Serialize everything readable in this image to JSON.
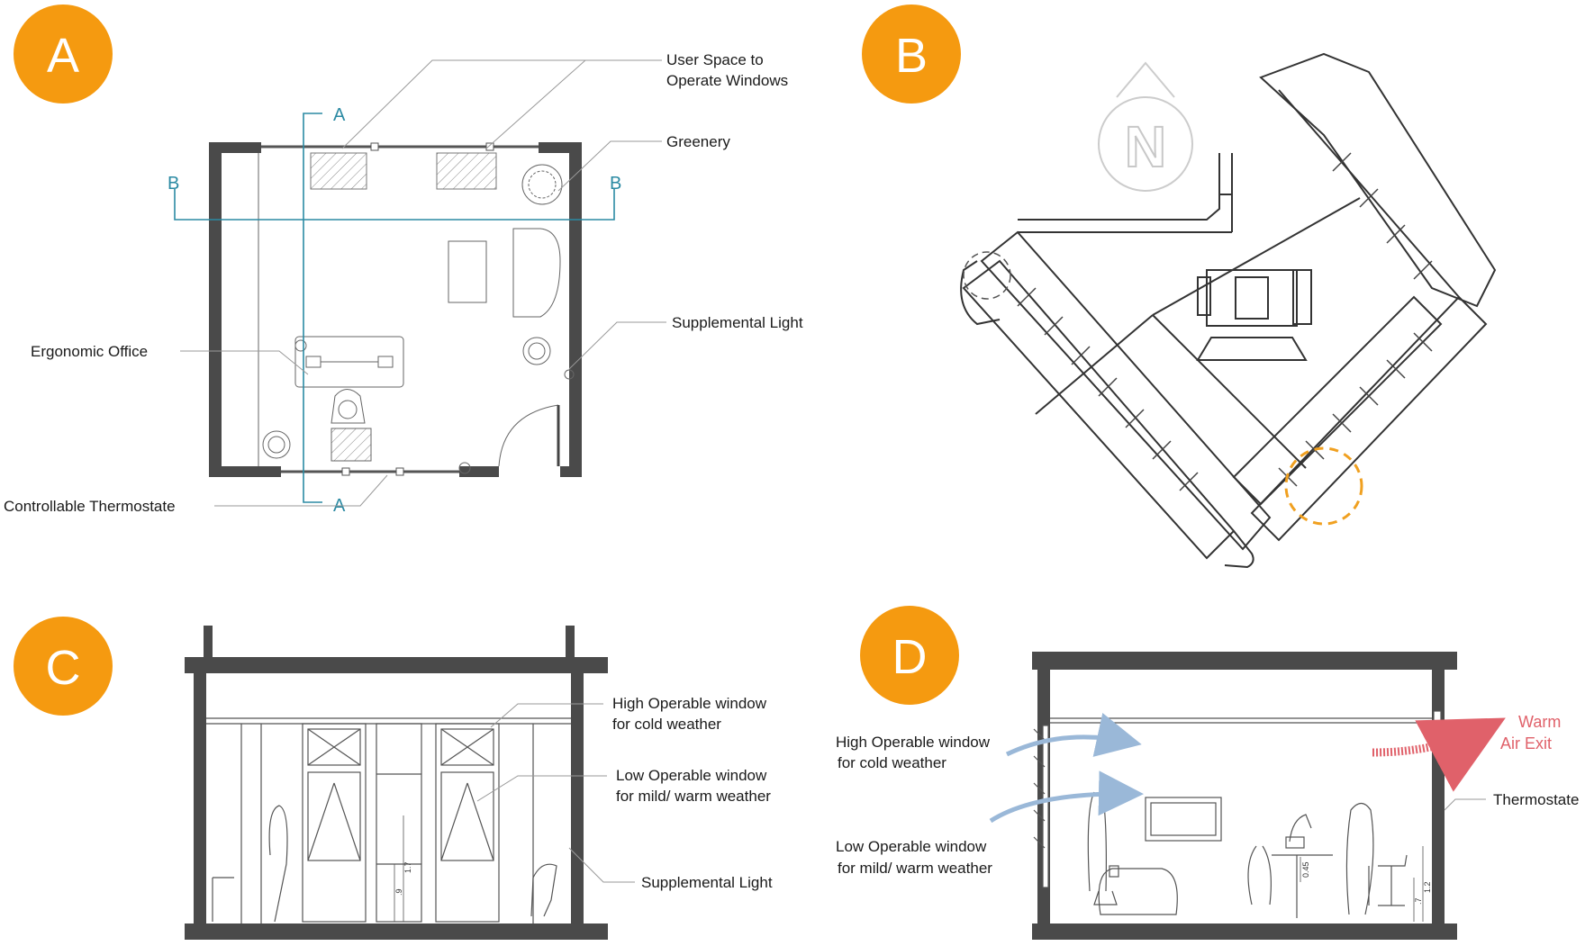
{
  "colors": {
    "badge": "#f59a10",
    "wall": "#4a4a4a",
    "section_line": "#2b8aa3",
    "warm_air": "#e0616a",
    "cool_air": "#9ab8d8",
    "highlight": "#f0a020"
  },
  "panels": {
    "a": {
      "badge": "A",
      "section_a_top": "A",
      "section_a_bottom": "A",
      "section_b_left": "B",
      "section_b_right": "B",
      "labels": {
        "user_space_1": "User Space to",
        "user_space_2": "Operate Windows",
        "greenery": "Greenery",
        "supplemental_light": "Supplemental Light",
        "ergonomic_office": "Ergonomic Office",
        "thermostate": "Controllable Thermostate"
      }
    },
    "b": {
      "badge": "B",
      "north": "N"
    },
    "c": {
      "badge": "C",
      "labels": {
        "high_window_1": "High Operable window",
        "high_window_2": "for cold weather",
        "low_window_1": "Low Operable window",
        "low_window_2": "for mild/ warm weather",
        "supplemental_light": "Supplemental Light"
      },
      "dims": {
        "d1": "1.7",
        "d2": ".9"
      }
    },
    "d": {
      "badge": "D",
      "labels": {
        "high_window_1": "High Operable window",
        "high_window_2": "for cold weather",
        "low_window_1": "Low Operable window",
        "low_window_2": "for mild/ warm weather",
        "warm_1": "Warm",
        "warm_2": "Air Exit",
        "thermostate": "Thermostate"
      },
      "dims": {
        "d1": "0.45",
        "d2": "1.2",
        "d3": ".7"
      }
    }
  }
}
